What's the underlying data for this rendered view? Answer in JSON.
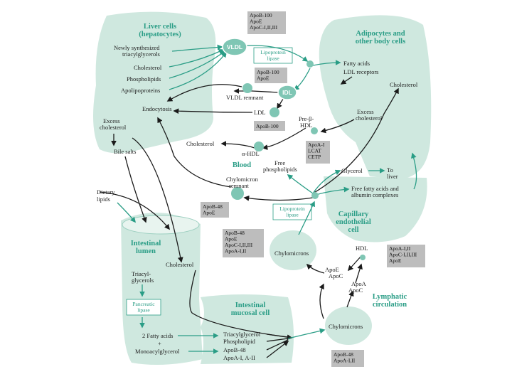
{
  "colors": {
    "region_fill": "#cfe8df",
    "region_title": "#2a9d86",
    "node_fill": "#7fc6b4",
    "protein_box_fill": "#bdbdbd",
    "black_arrow": "#1a1a1a",
    "green_arrow": "#2a9d86"
  },
  "regions": {
    "liver": "Liver cells\n(hepatocytes)",
    "adipocytes": "Adipocytes and\nother body cells",
    "blood": "Blood",
    "capillary": "Capillary\nendothelial\ncell",
    "lumen": "Intestinal\nlumen",
    "mucosal": "Intestinal\nmucosal cell",
    "lymphatic": "Lymphatic\ncirculation"
  },
  "nodes": {
    "vldl": "VLDL",
    "idl": "IDL"
  },
  "labels": {
    "newly_tg": "Newly synthesized\ntriacylglycerols",
    "liver_chol": "Cholesterol",
    "liver_pl": "Phospholipids",
    "liver_apo": "Apolipoproteins",
    "endocytosis": "Endocytosis",
    "excess_chol_liver": "Excess\ncholesterol",
    "bile_salts": "Bile salts",
    "dietary_lipids": "Dietary\nlipids",
    "lumen_chol": "Cholesterol",
    "lumen_tag": "Triacyl-\nglycerols",
    "fatty_acids_2": "2 Fatty acids",
    "plus": "+",
    "mag": "Monoacylglycerol",
    "mucosal_tg": "Triacylglycerol",
    "mucosal_pl": "Phospholipid",
    "mucosal_b48": "ApoB-48",
    "mucosal_a": "ApoA-I, A-II",
    "vldl_remnant": "VLDL remnant",
    "ldl": "LDL",
    "pre_beta_hdl": "Pre-β-\nHDL",
    "chol_blood": "Cholesterol",
    "alpha_hdl": "α-HDL",
    "free_pl": "Free\nphospholipids",
    "chylo_remnant": "Chylomicron\nremnant",
    "fatty_acids": "Fatty acids",
    "ldl_receptors": "LDL receptors",
    "adipo_chol": "Cholesterol",
    "excess_chol_adipo": "Excess\ncholesterol",
    "glycerol": "Glycerol",
    "to_liver": "To\nliver",
    "free_fa": "Free fatty acids and\nalbumin complexes",
    "chylomicrons_mid": "Chylomicrons",
    "chylomicrons_low": "Chylomicrons",
    "hdl": "HDL",
    "apoe_apoc": "ApoE\nApoC",
    "apoa_apoc": "ApoA\nApoC"
  },
  "enzymes": {
    "lpl_top": "Lipoprotein\nlipase",
    "lpl_mid": "Lipoprotein\nlipase",
    "pancreatic": "Pancreatic\nlipase"
  },
  "protein_boxes": {
    "vldl_apos": "ApoB-100\nApoE\nApoC-I,II,III",
    "idl_apos": "ApoB-100\nApoE",
    "ldl_apos": "ApoB-100",
    "hdl_apos": "ApoA-I\nLCAT\nCETP",
    "remnant_apos": "ApoB-48\nApoE",
    "chylo_apos": "ApoB-48\nApoE\nApoC-I,II,III\nApoA-I,II",
    "hdl_right_apos": "ApoA-I,II\nApoC-I,II,III\nApoE",
    "chylo_low_apos": "ApoB-48\nApoA-I,II"
  }
}
